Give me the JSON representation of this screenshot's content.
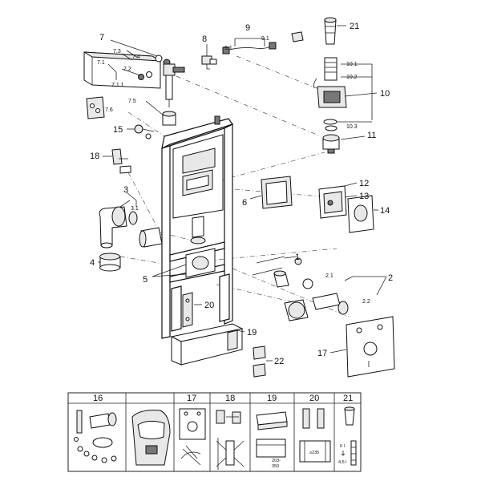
{
  "callouts": {
    "c7": "7",
    "c7_4": "7.4",
    "c7_3": "7.3",
    "c7_2": "7.2",
    "c7_1": "7.1",
    "c7_1_1": "7.1.1",
    "c7_5": "7.5",
    "c7_6": "7.6",
    "c8": "8",
    "c9": "9",
    "c9_1a": "9.1",
    "c9_1b": "9.1",
    "c21": "21",
    "c10": "10",
    "c10_1": "10.1",
    "c10_2": "10.2",
    "c10_3": "10.3",
    "c11": "11",
    "c15": "15",
    "c18": "18",
    "c3": "3",
    "c3_1": "3.1",
    "c6": "6",
    "c12": "12",
    "c13": "13",
    "c14": "14",
    "c4": "4",
    "c1": "1",
    "c5": "5",
    "c2": "2",
    "c2_1": "2.1",
    "c2_2": "2.2",
    "c20": "20",
    "c19": "19",
    "c17": "17",
    "c22": "22"
  },
  "legend_table": {
    "headers": [
      "16",
      "",
      "17",
      "18",
      "19",
      "20",
      "21"
    ],
    "dim_203": "203-",
    "dim_350": "350",
    "dim_235": "≥235",
    "six_l": "6 l",
    "four_five_l": "4,5 l"
  }
}
